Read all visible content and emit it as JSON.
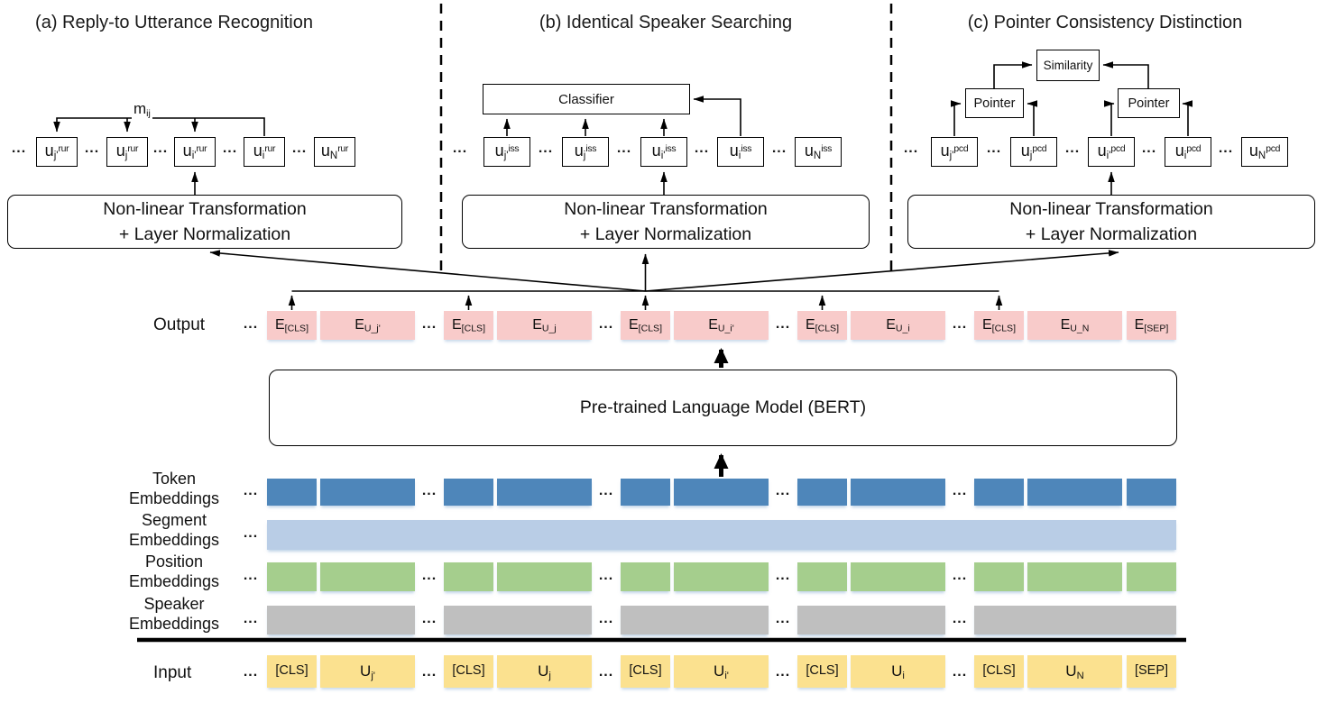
{
  "ellipsis": "...",
  "colors": {
    "output_box": "#f8cbca",
    "input_box": "#fbe18f",
    "token_bar": "#4e86ba",
    "segment_bar": "#b9cde6",
    "position_bar": "#a5ce8d",
    "speaker_bar": "#bfbfbf"
  },
  "sections": {
    "a": {
      "title": "(a) Reply-to Utterance Recognition",
      "mask_label": {
        "base": "m",
        "sub": "ij"
      },
      "units": [
        {
          "base": "u",
          "sub": "j'",
          "sup": "rur"
        },
        {
          "base": "u",
          "sub": "j",
          "sup": "rur"
        },
        {
          "base": "u",
          "sub": "i'",
          "sup": "rur"
        },
        {
          "base": "u",
          "sub": "i",
          "sup": "rur"
        },
        {
          "base": "u",
          "sub": "N",
          "sup": "rur"
        }
      ],
      "nl_box": {
        "line1": "Non-linear Transformation",
        "line2": "+ Layer Normalization"
      }
    },
    "b": {
      "title": "(b) Identical Speaker Searching",
      "classifier_label": "Classifier",
      "units": [
        {
          "base": "u",
          "sub": "j'",
          "sup": "iss"
        },
        {
          "base": "u",
          "sub": "j",
          "sup": "iss"
        },
        {
          "base": "u",
          "sub": "i'",
          "sup": "iss"
        },
        {
          "base": "u",
          "sub": "i",
          "sup": "iss"
        },
        {
          "base": "u",
          "sub": "N",
          "sup": "iss"
        }
      ],
      "nl_box": {
        "line1": "Non-linear Transformation",
        "line2": "+ Layer Normalization"
      }
    },
    "c": {
      "title": "(c) Pointer Consistency Distinction",
      "similarity_label": "Similarity",
      "pointer_left_label": "Pointer",
      "pointer_right_label": "Pointer",
      "units": [
        {
          "base": "u",
          "sub": "j'",
          "sup": "pcd"
        },
        {
          "base": "u",
          "sub": "j",
          "sup": "pcd"
        },
        {
          "base": "u",
          "sub": "i'",
          "sup": "pcd"
        },
        {
          "base": "u",
          "sub": "i",
          "sup": "pcd"
        },
        {
          "base": "u",
          "sub": "N",
          "sup": "pcd"
        }
      ],
      "nl_box": {
        "line1": "Non-linear Transformation",
        "line2": "+ Layer Normalization"
      }
    }
  },
  "output_row": {
    "label": "Output",
    "tokens": [
      {
        "base": "E",
        "sub": "[CLS]"
      },
      {
        "base": "E",
        "sub": "U_j'"
      },
      {
        "base": "E",
        "sub": "[CLS]"
      },
      {
        "base": "E",
        "sub": "U_j"
      },
      {
        "base": "E",
        "sub": "[CLS]"
      },
      {
        "base": "E",
        "sub": "U_i'"
      },
      {
        "base": "E",
        "sub": "[CLS]"
      },
      {
        "base": "E",
        "sub": "U_i"
      },
      {
        "base": "E",
        "sub": "[CLS]"
      },
      {
        "base": "E",
        "sub": "U_N"
      },
      {
        "base": "E",
        "sub": "[SEP]"
      }
    ]
  },
  "bert": {
    "label": "Pre-trained Language Model (BERT)"
  },
  "embedding_rows": [
    {
      "line1": "Token",
      "line2": "Embeddings"
    },
    {
      "line1": "Segment",
      "line2": "Embeddings"
    },
    {
      "line1": "Position",
      "line2": "Embeddings"
    },
    {
      "line1": "Speaker",
      "line2": "Embeddings"
    }
  ],
  "input_row": {
    "label": "Input",
    "tokens": [
      {
        "base": "[CLS]",
        "sub": ""
      },
      {
        "base": "U",
        "sub": "j'"
      },
      {
        "base": "[CLS]",
        "sub": ""
      },
      {
        "base": "U",
        "sub": "j"
      },
      {
        "base": "[CLS]",
        "sub": ""
      },
      {
        "base": "U",
        "sub": "i'"
      },
      {
        "base": "[CLS]",
        "sub": ""
      },
      {
        "base": "U",
        "sub": "i"
      },
      {
        "base": "[CLS]",
        "sub": ""
      },
      {
        "base": "U",
        "sub": "N"
      },
      {
        "base": "[SEP]",
        "sub": ""
      }
    ]
  }
}
